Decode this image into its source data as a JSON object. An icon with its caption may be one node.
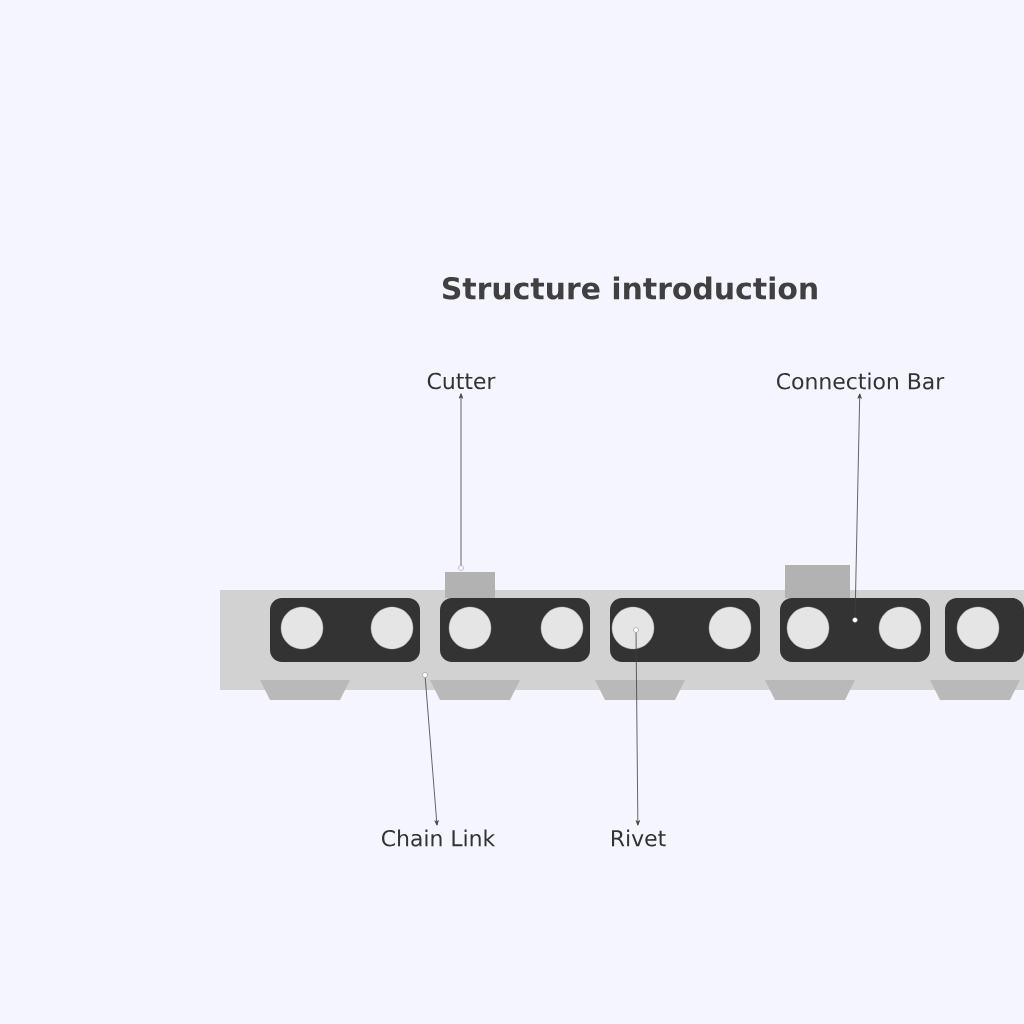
{
  "diagram": {
    "title": "Structure introduction",
    "nodes": [
      {
        "text": [
          "Cutter"
        ]
      },
      {
        "text": [
          "Connection Bar"
        ]
      },
      {
        "text": [
          "Chain Link"
        ]
      },
      {
        "text": [
          "Rivet"
        ]
      },
      {
        "text": [],
        "shape": "circle"
      },
      {
        "text": [],
        "shape": "circle"
      },
      {
        "text": [],
        "shape": "circle"
      },
      {
        "text": [],
        "shape": "circle"
      }
    ],
    "edges": [
      {
        "from": 4,
        "to": 0,
        "arrow": "to"
      },
      {
        "from": 5,
        "to": 1,
        "arrow": "to"
      },
      {
        "from": 6,
        "to": 2,
        "arrow": "to"
      },
      {
        "from": 7,
        "to": 3,
        "arrow": "to"
      }
    ]
  }
}
